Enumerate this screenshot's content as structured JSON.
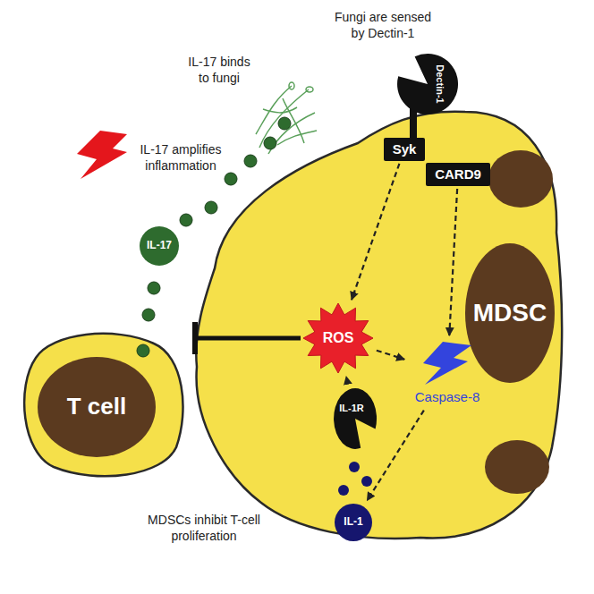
{
  "diagram": {
    "nodes": [
      {
        "text": [
          "T cell"
        ]
      },
      {
        "text": [
          "MDSC"
        ]
      },
      {
        "text": [
          "Dectin-1"
        ],
        "in": 1
      },
      {
        "text": [
          "Syk"
        ],
        "in": 1
      },
      {
        "text": [
          "CARD9"
        ],
        "in": 1
      },
      {
        "text": [
          "ROS"
        ],
        "in": 1
      },
      {
        "text": [
          "Caspase-8"
        ],
        "in": 1
      },
      {
        "text": [
          "IL-1R"
        ],
        "in": 1
      },
      {
        "text": [
          "IL-17"
        ]
      },
      {
        "text": [
          "IL-1"
        ]
      }
    ],
    "edges": [
      {
        "from": 3,
        "to": 5,
        "arrow": "to"
      },
      {
        "from": 4,
        "to": 6,
        "arrow": "to"
      },
      {
        "from": 5,
        "to": 6,
        "arrow": "to"
      },
      {
        "from": 7,
        "to": 5,
        "arrow": "to"
      },
      {
        "from": 6,
        "to": 9,
        "arrow": "to"
      },
      {
        "from": 5,
        "to": 0,
        "arrow": "to"
      }
    ],
    "labels": [
      "Fungi are sensed by Dectin-1",
      "IL-17 binds to fungi",
      "IL-17 amplifies inflammation",
      "MDSCs inhibit T-cell proliferation"
    ]
  }
}
